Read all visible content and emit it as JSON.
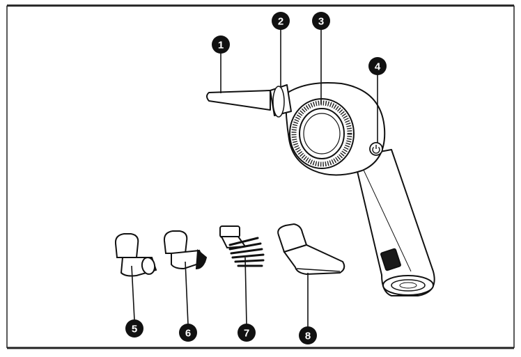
{
  "diagram": {
    "callouts": [
      {
        "id": "1",
        "label": "1",
        "part": "long-nozzle"
      },
      {
        "id": "2",
        "label": "2",
        "part": "nozzle-collar"
      },
      {
        "id": "3",
        "label": "3",
        "part": "air-intake-grille"
      },
      {
        "id": "4",
        "label": "4",
        "part": "power-button"
      },
      {
        "id": "5",
        "label": "5",
        "part": "round-nozzle"
      },
      {
        "id": "6",
        "label": "6",
        "part": "angled-nozzle"
      },
      {
        "id": "7",
        "label": "7",
        "part": "brush-attachment"
      },
      {
        "id": "8",
        "label": "8",
        "part": "flat-wide-nozzle"
      }
    ]
  },
  "colors": {
    "line": "#111111",
    "badge_fill": "#111111",
    "badge_text": "#ffffff",
    "border": "#222222",
    "grille": "#2a2a2a"
  },
  "icons": {
    "power": "power-icon"
  }
}
